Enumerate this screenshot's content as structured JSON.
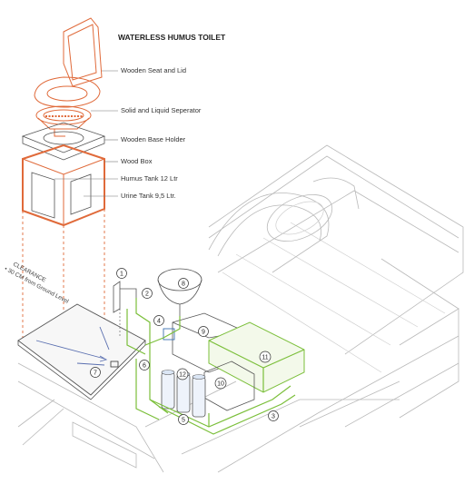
{
  "title": "WATERLESS HUMUS TOILET",
  "components": [
    {
      "label": "Wooden Seat and Lid"
    },
    {
      "label": "Solid and Liquid Seperator"
    },
    {
      "label": "Wooden Base Holder"
    },
    {
      "label": "Wood Box"
    },
    {
      "label": "Humus Tank 12 Ltr"
    },
    {
      "label": "Urine Tank 9,5 Ltr."
    }
  ],
  "clearance": {
    "heading": "CLEARANCE",
    "detail": "• 30 CM from Ground Level"
  },
  "markers": [
    "1",
    "2",
    "3",
    "4",
    "5",
    "6",
    "7",
    "8",
    "9",
    "10",
    "11",
    "12"
  ],
  "colors": {
    "toilet": "#e06a3a",
    "plumbing": "#7bbf3a",
    "frame": "#b9b9b9",
    "accent_blue": "#5a6fb0"
  }
}
